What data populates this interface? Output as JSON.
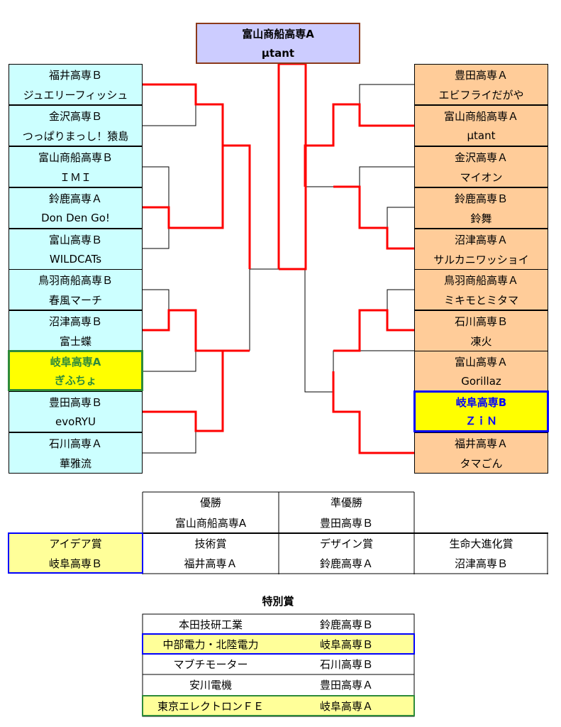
{
  "champion": {
    "school": "富山商船高専A",
    "team": "µtant"
  },
  "left_teams": [
    {
      "school": "福井高専Ｂ",
      "team": "ジュエリーフィッシュ"
    },
    {
      "school": "金沢高専Ｂ",
      "team": "つっぱりまっし！猿島"
    },
    {
      "school": "富山商船高専Ｂ",
      "team": "ＩＭＩ"
    },
    {
      "school": "鈴鹿高専Ａ",
      "team": "Don Den Go!"
    },
    {
      "school": "富山高専Ｂ",
      "team": "WILDCATs"
    },
    {
      "school": "鳥羽商船高専Ｂ",
      "team": "春風マーチ"
    },
    {
      "school": "沼津高専Ｂ",
      "team": "富士蝶"
    },
    {
      "school": "岐阜高専A",
      "team": "ぎふちょ"
    },
    {
      "school": "豊田高専Ｂ",
      "team": "evoRYU"
    },
    {
      "school": "石川高専Ａ",
      "team": "華雅流"
    }
  ],
  "right_teams": [
    {
      "school": "豊田高専Ａ",
      "team": "エビフライだがや"
    },
    {
      "school": "富山商船高専Ａ",
      "team": "µtant"
    },
    {
      "school": "金沢高専Ａ",
      "team": "マイオン"
    },
    {
      "school": "鈴鹿高専Ｂ",
      "team": "鈴舞"
    },
    {
      "school": "沼津高専Ａ",
      "team": "サルカニワッショイ"
    },
    {
      "school": "鳥羽商船高専Ａ",
      "team": "ミキモとミタマ"
    },
    {
      "school": "石川高専Ｂ",
      "team": "凍火"
    },
    {
      "school": "富山高専Ａ",
      "team": "Gorillaz"
    },
    {
      "school": "岐阜高専B",
      "team": "ＺｉＮ"
    },
    {
      "school": "福井高専Ａ",
      "team": "タマごん"
    }
  ],
  "awards": {
    "winner": {
      "label": "優勝",
      "school": "富山商船高専A"
    },
    "runner_up": {
      "label": "準優勝",
      "school": "豊田高専Ｂ"
    },
    "idea": {
      "label": "アイデア賞",
      "school": "岐阜高専Ｂ"
    },
    "technical": {
      "label": "技術賞",
      "school": "福井高専Ａ"
    },
    "design": {
      "label": "デザイン賞",
      "school": "鈴鹿高専Ａ"
    },
    "evolution": {
      "label": "生命大進化賞",
      "school": "沼津高専Ｂ"
    }
  },
  "special": {
    "title": "特別賞",
    "rows": [
      {
        "sponsor": "本田技研工業",
        "school": "鈴鹿高専Ｂ"
      },
      {
        "sponsor": "中部電力・北陸電力",
        "school": "岐阜高専Ｂ"
      },
      {
        "sponsor": "マブチモーター",
        "school": "石川高専Ｂ"
      },
      {
        "sponsor": "安川電機",
        "school": "豊田高専Ａ"
      },
      {
        "sponsor": "東京エレクトロンＦＥ",
        "school": "岐阜高専Ａ"
      }
    ]
  },
  "colors": {
    "win_line": "#ff0000",
    "left_box": "#ccffff",
    "right_box": "#ffcc99",
    "champion_box": "#ccccff",
    "highlight": "#ffff00",
    "green": "#2e8b3a",
    "blue": "#0000ff"
  }
}
